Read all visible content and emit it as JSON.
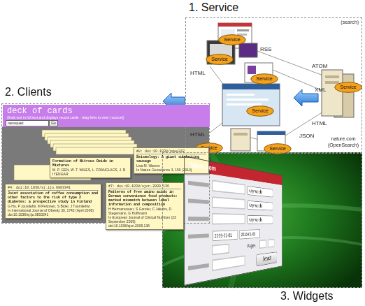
{
  "diagram": {
    "nodes": [
      {
        "text": [
          "1. Service",
          "(search)"
        ]
      },
      {
        "text": [
          "Service"
        ],
        "in": 0
      },
      {
        "text": [
          "Service"
        ],
        "in": 0
      },
      {
        "text": [
          "Service"
        ],
        "in": 0
      },
      {
        "text": [
          "Service"
        ],
        "in": 0
      },
      {
        "text": [
          "Service"
        ],
        "in": 0
      },
      {
        "text": [
          "Service"
        ],
        "in": 0
      },
      {
        "text": [
          "Service"
        ],
        "in": 0
      },
      {
        "text": [
          "2. Clients"
        ]
      },
      {
        "text": [
          "deck of cards",
          "(finds text in full text and displays record cards - drag links to view [ source])"
        ],
        "in": 8
      },
      {
        "text": [
          "#8: doi:10.1038/ngeo242",
          "Seismology: A giant subducting sausage",
          "Lisa M. Warren",
          "In Nature Geoscience 3, 150 (2010)"
        ],
        "in": 8
      },
      {
        "text": [
          "Formation of Nitrous Oxide in Mixtures",
          "M. P. GEN, W. T. WILES, L. FRANCLACS, J. R. IYENGAR"
        ],
        "in": 8
      },
      {
        "text": [
          "#4: doi:10.1038/sj.ijo.0803341",
          "Joint association of coffee consumption and other factors to the risk of type 2 diabetes: a prospective study in Finland",
          "G Hu, P Jousilahti, M Peltonen, S Bidel, J Tuomilehto",
          "In International Journal of Obesity 30, 1742 (April 2006)",
          "doi:10.1038/sj.ijo.0803341"
        ],
        "in": 8
      },
      {
        "text": [
          "#7: doi:10.1038/ejcn.2009.136",
          "Patterns of free amino acids in German convenience food products: marked mismatch between label information and composition",
          "H Hermanussen, S Gonder, C Jakobs, D Stegemann, G Hoffmann",
          "In European Journal of Clinical Nutrition (23 September 2009)",
          "doi:10.1038/ejcn.2009.136"
        ],
        "in": 8
      },
      {
        "text": [
          "3. Widgets"
        ]
      },
      {
        "text": [
          "nature.com"
        ],
        "in": 14
      },
      {
        "text": [
          "Any words"
        ],
        "in": 15
      },
      {
        "text": [
          "Any words"
        ],
        "in": 15
      },
      {
        "text": [
          "Any words"
        ],
        "in": 15
      },
      {
        "text": [
          "2009-01-01"
        ],
        "in": 15
      },
      {
        "text": [
          "2010-01-01"
        ],
        "in": 15
      },
      {
        "text": [
          "Search"
        ],
        "in": 15
      }
    ],
    "labels": [
      "RSS",
      "HTML",
      "ATOM",
      "XML",
      "HTML",
      "JSON",
      "HTML",
      "nature.com (OpenSearch)",
      "nanoquad",
      "Go",
      "Pages:"
    ]
  }
}
